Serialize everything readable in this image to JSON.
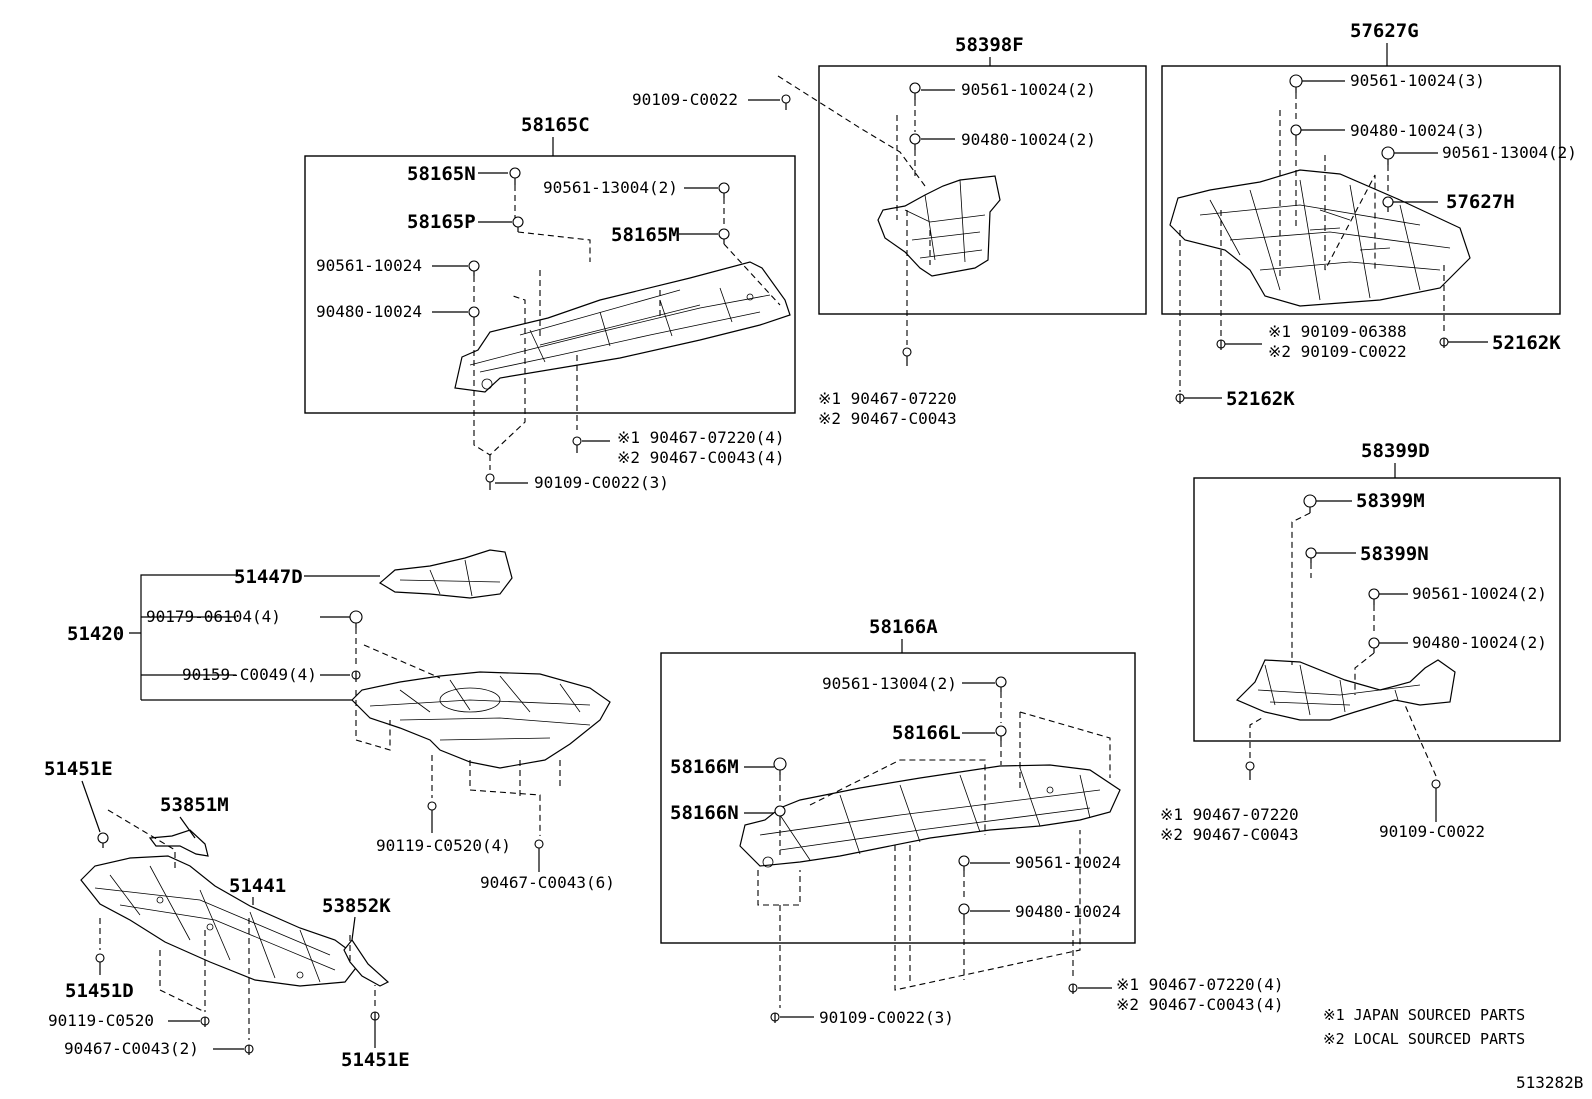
{
  "diagram_id": "513282B",
  "notes": {
    "mark1": "※1 JAPAN SOURCED PARTS",
    "mark2": "※2 LOCAL SOURCED PARTS"
  },
  "groups": {
    "g58165C": {
      "title": "58165C",
      "labels": {
        "n58165N": "58165N",
        "n58165P": "58165P",
        "n58165M": "58165M",
        "clip13004": "90561-13004(2)",
        "clip10024": "90561-10024",
        "nut10024": "90480-10024",
        "bolt1": "※1 90467-07220(4)",
        "bolt2": "※2 90467-C0043(4)",
        "screw": "90109-C0022(3)"
      }
    },
    "g58398F": {
      "title": "58398F",
      "labels": {
        "screw": "90109-C0022",
        "clip": "90561-10024(2)",
        "nut": "90480-10024(2)",
        "bolt1": "※1 90467-07220",
        "bolt2": "※2 90467-C0043"
      }
    },
    "g57627G": {
      "title": "57627G",
      "labels": {
        "clip10024": "90561-10024(3)",
        "nut10024": "90480-10024(3)",
        "clip13004": "90561-13004(2)",
        "n57627H": "57627H",
        "bolt1": "※1 90109-06388",
        "bolt2": "※2 90109-C0022",
        "n52162K_a": "52162K",
        "n52162K_b": "52162K"
      }
    },
    "g58399D": {
      "title": "58399D",
      "labels": {
        "n58399M": "58399M",
        "n58399N": "58399N",
        "clip": "90561-10024(2)",
        "nut": "90480-10024(2)",
        "bolt1": "※1 90467-07220",
        "bolt2": "※2 90467-C0043",
        "screw": "90109-C0022"
      }
    },
    "g51420": {
      "title": "51420",
      "labels": {
        "n51447D": "51447D",
        "bolt06104": "90179-06104(4)",
        "boltC0049": "90159-C0049(4)",
        "screwC0520": "90119-C0520(4)",
        "boltC0043": "90467-C0043(6)"
      }
    },
    "g51441": {
      "title": "51441",
      "labels": {
        "n51451E_a": "51451E",
        "n53851M": "53851M",
        "n53852K": "53852K",
        "n51451D": "51451D",
        "screwC0520": "90119-C0520",
        "boltC0043": "90467-C0043(2)",
        "n51451E_b": "51451E"
      }
    },
    "g58166A": {
      "title": "58166A",
      "labels": {
        "clip13004": "90561-13004(2)",
        "n58166L": "58166L",
        "n58166M": "58166M",
        "n58166N": "58166N",
        "clip10024": "90561-10024",
        "nut10024": "90480-10024",
        "bolt1": "※1 90467-07220(4)",
        "bolt2": "※2 90467-C0043(4)",
        "screw": "90109-C0022(3)"
      }
    }
  }
}
